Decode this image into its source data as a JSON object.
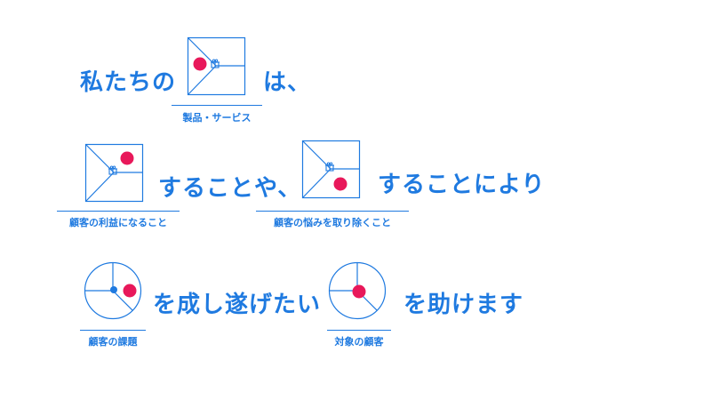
{
  "colors": {
    "accent": "#1f7ae0",
    "highlight": "#e8185a",
    "background": "#ffffff"
  },
  "row1": {
    "prefix": "私たちの",
    "suffix": "は、",
    "caption": "製品・サービス"
  },
  "row2": {
    "mid": "することや、",
    "suffix": "することにより",
    "caption_gains": "顧客の利益になること",
    "caption_pains": "顧客の悩みを取り除くこと"
  },
  "row3": {
    "mid": "を成し遂げたい",
    "suffix": "を助けます",
    "caption_jobs": "顧客の課題",
    "caption_customer": "対象の顧客"
  },
  "icons": {
    "value_map_product": "product-gift-icon",
    "value_map_gains": "gain-creators-icon",
    "value_map_pains": "pain-relievers-icon",
    "profile_jobs": "customer-jobs-icon",
    "profile_segment": "customer-segment-icon"
  }
}
